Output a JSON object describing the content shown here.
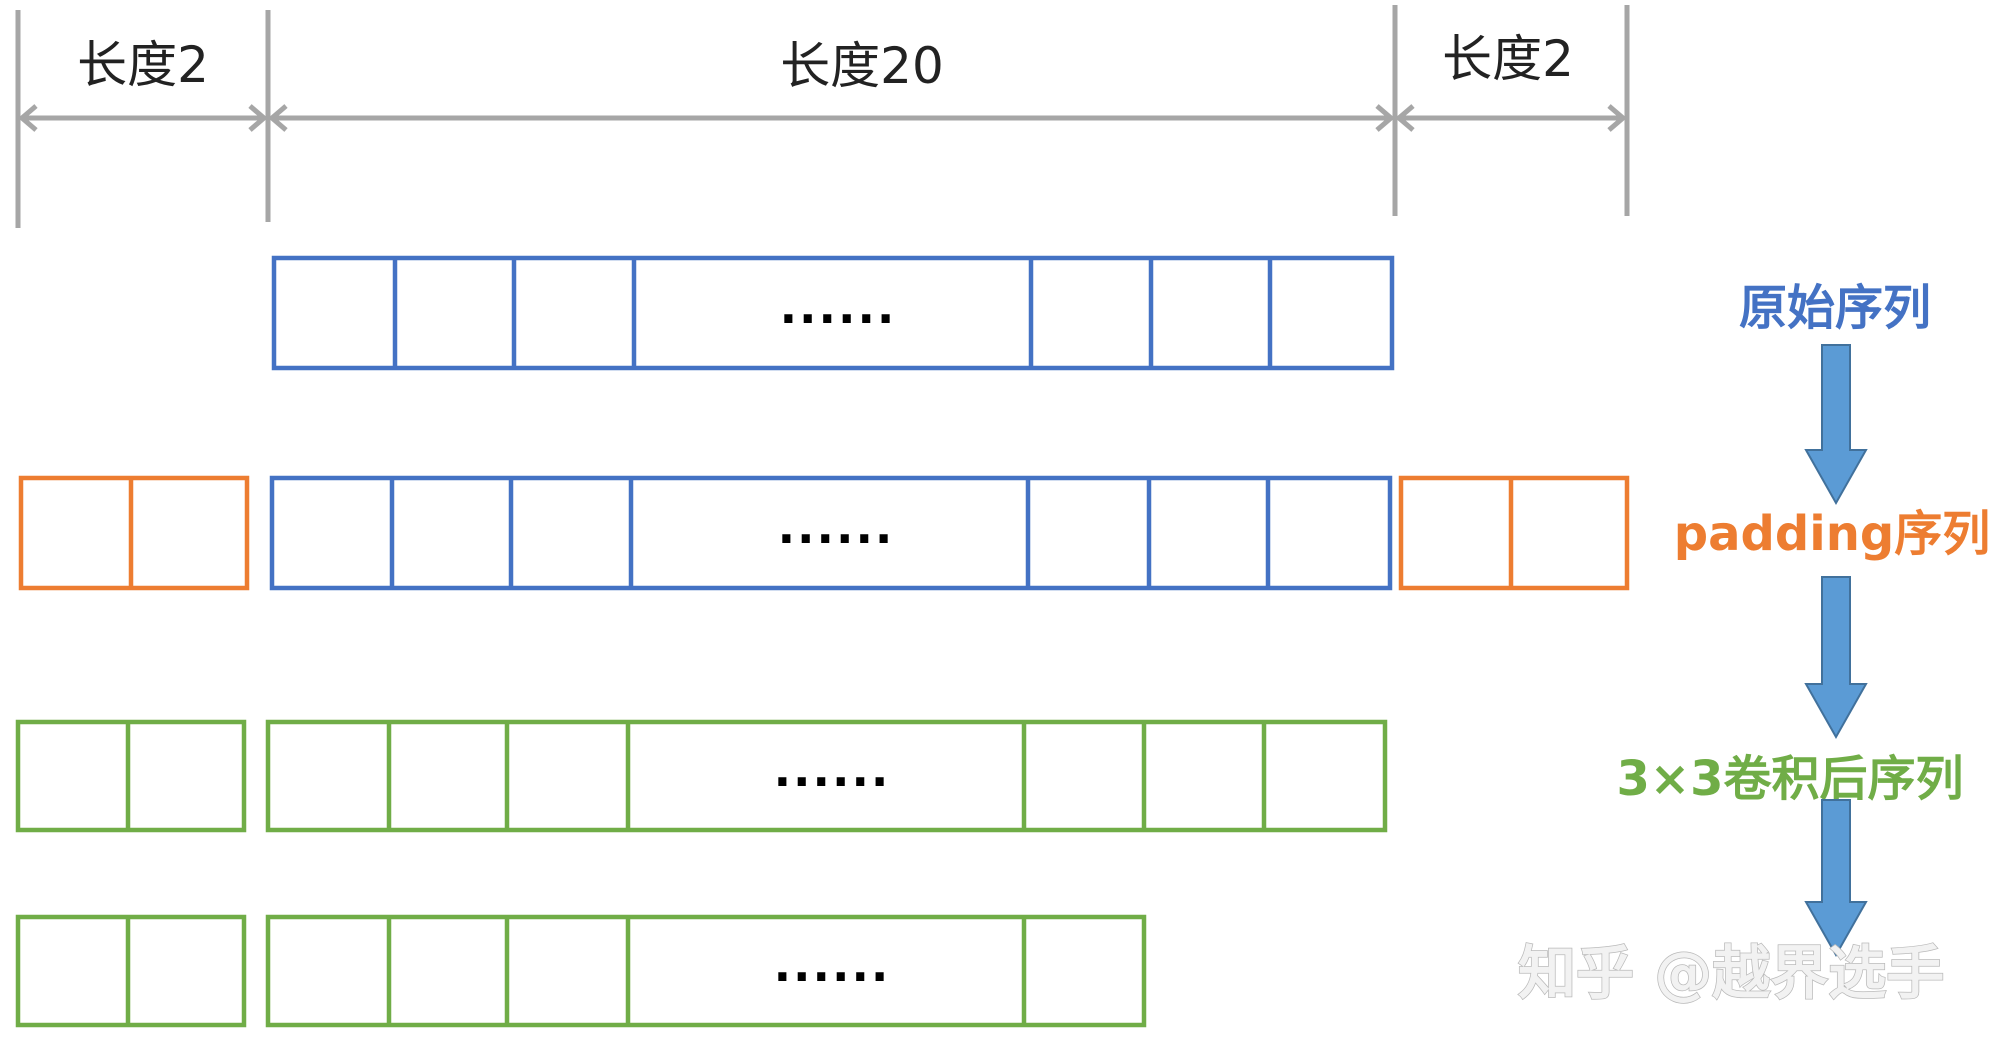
{
  "dimensions": {
    "left_label": "长度2",
    "middle_label": "长度20",
    "right_label": "长度2"
  },
  "ellipsis": "......",
  "steps": {
    "original": "原始序列",
    "padding": "padding序列",
    "conv": "3×3卷积后序列"
  },
  "watermark": "知乎 @越界选手",
  "colors": {
    "blue": "#4472c4",
    "orange": "#ed7d31",
    "green": "#70ad47",
    "arrow": "#5b9bd5",
    "dimension": "#a6a6a6"
  }
}
